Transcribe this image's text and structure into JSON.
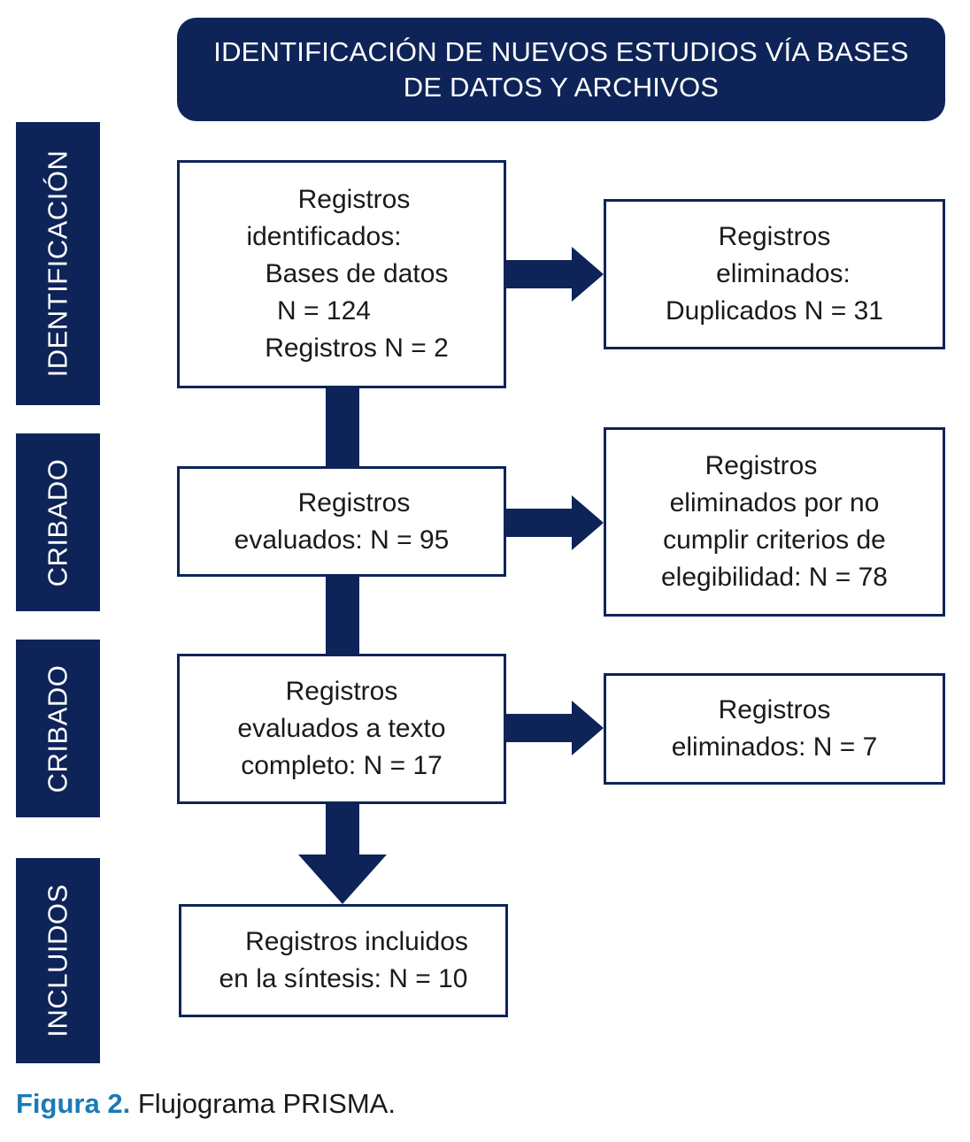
{
  "header": {
    "line1": "IDENTIFICACIÓN DE NUEVOS ESTUDIOS VÍA BASES",
    "line2": "DE DATOS Y ARCHIVOS"
  },
  "phases": {
    "identificacion": "IDENTIFICACIÓN",
    "cribado_1": "CRIBADO",
    "cribado_2": "CRIBADO",
    "incluidos": "INCLUIDOS"
  },
  "boxes": {
    "identified": [
      "Registros",
      "identificados:",
      "Bases de datos",
      "N = 124",
      "Registros N = 2"
    ],
    "duplicates_removed": [
      "Registros",
      "eliminados:",
      "Duplicados N = 31"
    ],
    "screened": [
      "Registros",
      "evaluados: N = 95"
    ],
    "excluded_criteria": [
      "Registros",
      "eliminados por no",
      "cumplir criterios de",
      "elegibilidad: N = 78"
    ],
    "full_text": [
      "Registros",
      "evaluados a texto",
      "completo: N = 17"
    ],
    "full_text_excluded": [
      "Registros",
      "eliminados: N = 7"
    ],
    "included": [
      "Registros incluidos",
      "en la síntesis: N = 10"
    ]
  },
  "caption": {
    "label": "Figura 2.",
    "text": "Flujograma PRISMA."
  },
  "colors": {
    "navy": "#0e2458",
    "caption_blue": "#1a7bb5"
  }
}
